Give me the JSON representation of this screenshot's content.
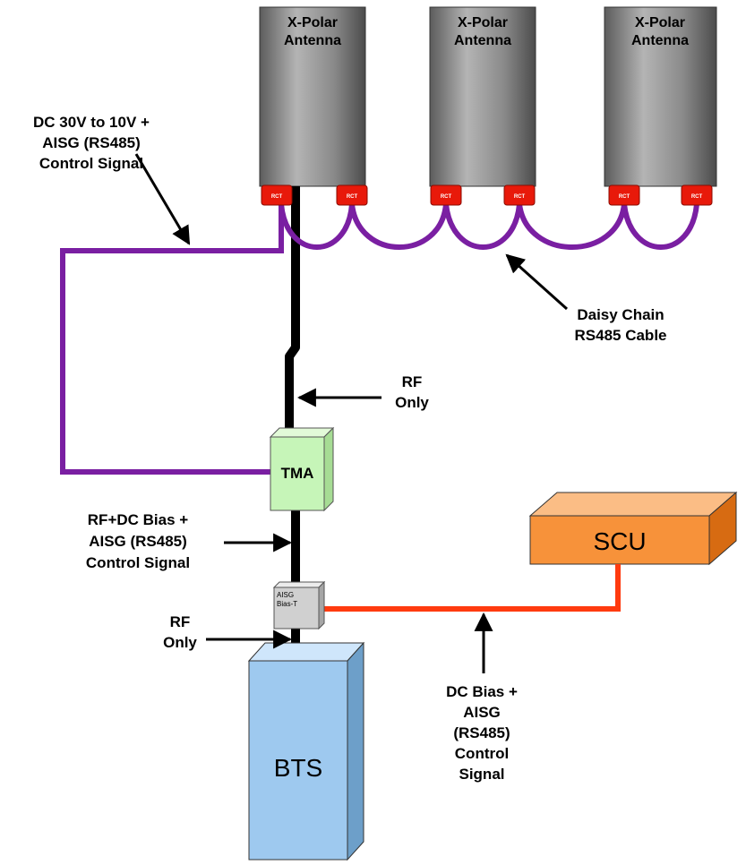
{
  "antennas": [
    {
      "line1": "X-Polar",
      "line2": "Antenna",
      "connector_left": "RCT",
      "connector_right": "RCT"
    },
    {
      "line1": "X-Polar",
      "line2": "Antenna",
      "connector_left": "RCT",
      "connector_right": "RCT"
    },
    {
      "line1": "X-Polar",
      "line2": "Antenna",
      "connector_left": "RCT",
      "connector_right": "RCT"
    }
  ],
  "labels": {
    "dc_control": [
      "DC 30V to 10V +",
      "AISG (RS485)",
      "Control Signal"
    ],
    "daisy_chain": [
      "Daisy Chain",
      "RS485 Cable"
    ],
    "rf_only_upper": [
      "RF",
      "Only"
    ],
    "rf_dc_bias": [
      "RF+DC Bias +",
      "AISG (RS485)",
      "Control Signal"
    ],
    "rf_only_lower": [
      "RF",
      "Only"
    ],
    "dc_bias_scu": [
      "DC Bias +",
      "AISG",
      "(RS485)",
      "Control",
      "Signal"
    ]
  },
  "boxes": {
    "tma": "TMA",
    "scu": "SCU",
    "bts": "BTS",
    "bias_t": [
      "AISG",
      "Bias-T"
    ]
  },
  "colors": {
    "antenna_body": "#8c8c8c",
    "connector": "#e8190a",
    "daisy_cable": "#7a1fa2",
    "control_cable": "#7a1fa2",
    "rf_cable": "#000000",
    "scu_cable": "#ff3b0f",
    "tma_fill": "#c6f5b8",
    "scu_fill": "#f7923a",
    "bts_fill": "#9ec9ef",
    "bias_t_fill": "#d0d0d0"
  }
}
